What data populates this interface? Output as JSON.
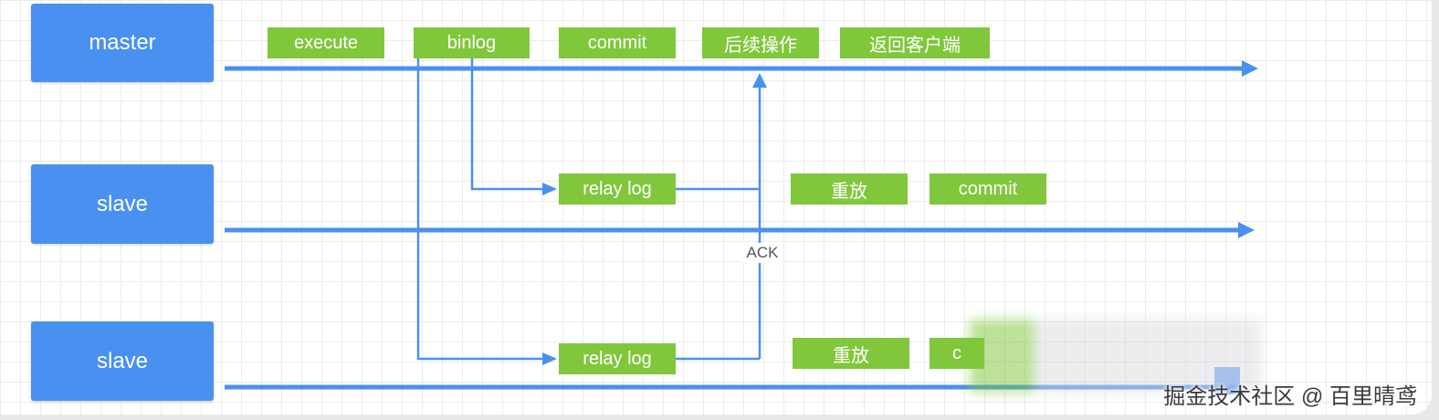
{
  "nodes": {
    "master": "master",
    "slave1": "slave",
    "slave2": "slave"
  },
  "master_steps": [
    "execute",
    "binlog",
    "commit",
    "后续操作",
    "返回客户端"
  ],
  "slave1_steps": [
    "relay log",
    "重放",
    "commit"
  ],
  "slave2_steps": [
    "relay log",
    "重放",
    "c"
  ],
  "ack_label": "ACK",
  "watermark": "掘金技术社区 @ 百里晴鸢",
  "colors": {
    "node": "#4a90f0",
    "step": "#80c73c",
    "line": "#4a90f0"
  }
}
